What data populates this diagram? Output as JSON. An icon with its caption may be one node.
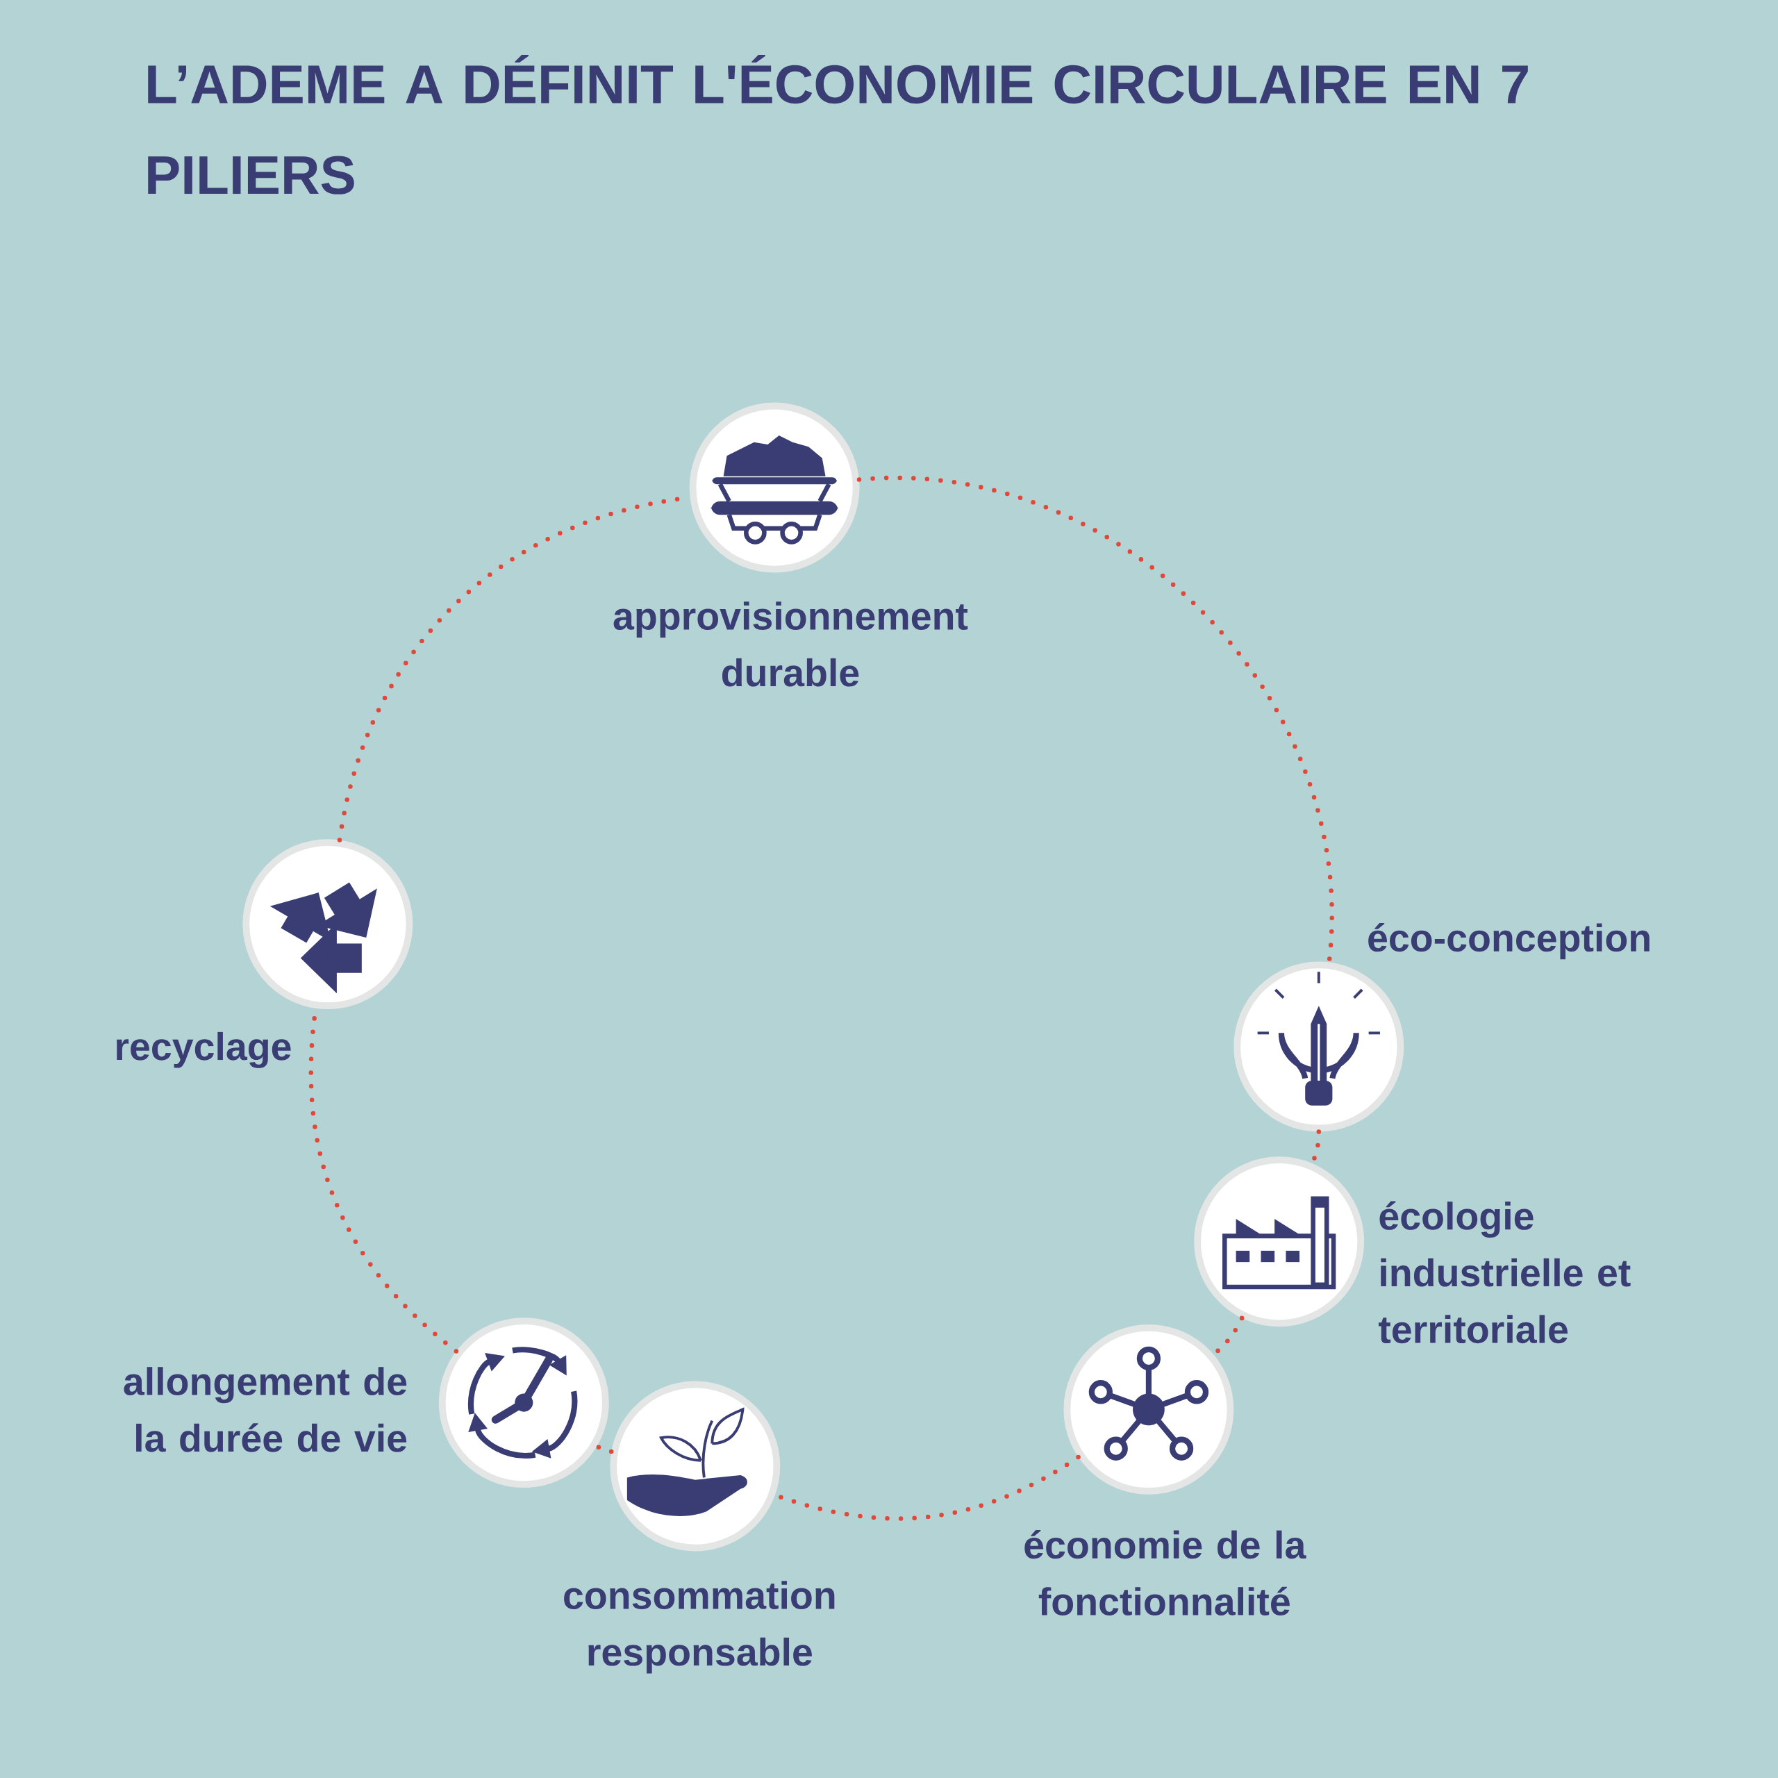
{
  "diagram": {
    "title": "L’ADEME A DÉFINIT L'ÉCONOMIE CIRCULAIRE EN 7 PILIERS",
    "nodes": [
      {
        "text": [
          "approvisionnement durable"
        ]
      },
      {
        "text": [
          "éco-conception"
        ]
      },
      {
        "text": [
          "écologie industrielle et territoriale"
        ]
      },
      {
        "text": [
          "économie de la fonctionnalité"
        ]
      },
      {
        "text": [
          "consommation responsable"
        ]
      },
      {
        "text": [
          "allongement de la durée de vie"
        ]
      },
      {
        "text": [
          "recyclage"
        ]
      }
    ],
    "edges": [
      {
        "from": 0,
        "to": 1,
        "arrow": "none"
      },
      {
        "from": 1,
        "to": 2,
        "arrow": "none"
      },
      {
        "from": 2,
        "to": 3,
        "arrow": "none"
      },
      {
        "from": 3,
        "to": 4,
        "arrow": "none"
      },
      {
        "from": 4,
        "to": 5,
        "arrow": "none"
      },
      {
        "from": 5,
        "to": 6,
        "arrow": "none"
      },
      {
        "from": 6,
        "to": 0,
        "arrow": "none"
      }
    ]
  }
}
